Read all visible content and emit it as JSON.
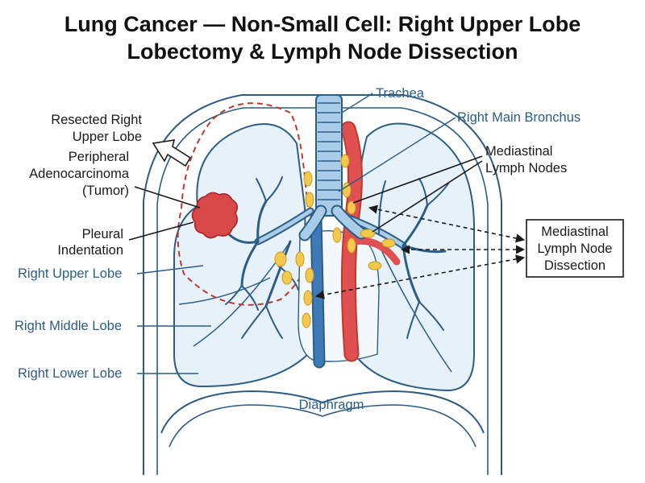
{
  "title": {
    "line1": "Lung Cancer — Non-Small Cell: Right Upper Lobe",
    "line2": "Lobectomy & Lymph Node Dissection"
  },
  "labels": {
    "trachea": "Trachea",
    "right_main_bronchus": "Right Main Bronchus",
    "resected_line1": "Resected Right",
    "resected_line2": "Upper Lobe",
    "tumor_line1": "Peripheral",
    "tumor_line2": "Adenocarcinoma",
    "tumor_line3": "(Tumor)",
    "pleural_line1": "Pleural",
    "pleural_line2": "Indentation",
    "right_upper_lobe": "Right Upper Lobe",
    "right_middle_lobe": "Right Middle Lobe",
    "right_lower_lobe": "Right Lower Lobe",
    "mediastinal_nodes_line1": "Mediastinal",
    "mediastinal_nodes_line2": "Lymph Nodes",
    "dissection_line1": "Mediastinal",
    "dissection_line2": "Lymph Node",
    "dissection_line3": "Dissection",
    "diaphragm": "Diaphragm"
  },
  "colors": {
    "structure_blue": "#2c5d86",
    "lung_fill": "#e6f1f9",
    "airway_fill": "#a9cde8",
    "tumor": "#d94848",
    "resection_outline": "#c0392b",
    "artery_red": "#e05050",
    "vein_blue": "#3e7ab8",
    "lymph_node": "#f2c94c"
  }
}
